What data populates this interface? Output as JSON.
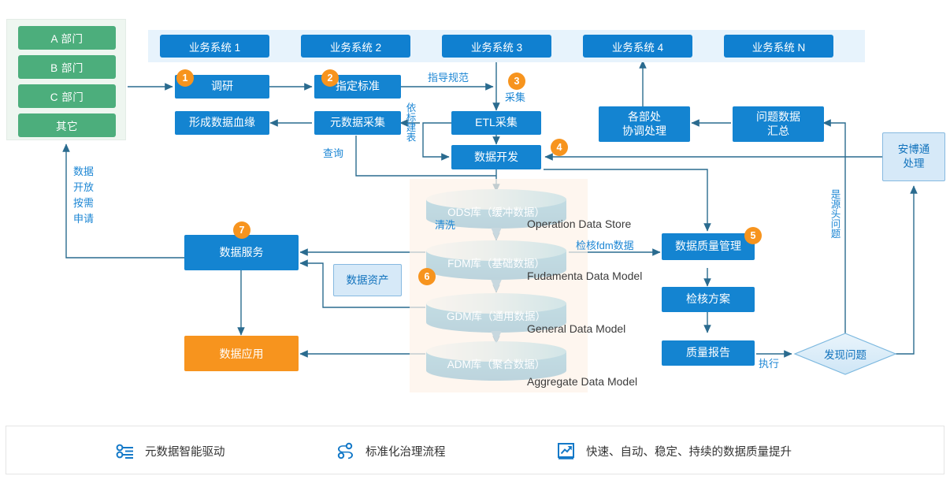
{
  "departments": {
    "items": [
      {
        "label": "A 部门"
      },
      {
        "label": "B 部门"
      },
      {
        "label": "C 部门"
      },
      {
        "label": "其它"
      }
    ],
    "color": "#4cae7c"
  },
  "business_systems": {
    "band_color": "#e7f3fc",
    "items": [
      {
        "label": "业务系统 1"
      },
      {
        "label": "业务系统 2"
      },
      {
        "label": "业务系统 3"
      },
      {
        "label": "业务系统 4"
      },
      {
        "label": "业务系统 N"
      }
    ]
  },
  "process_boxes": {
    "research": "调研",
    "specify_standard": "指定标准",
    "etl_collect": "ETL采集",
    "data_development": "数据开发",
    "metadata_collect": "元数据采集",
    "form_data_lineage": "形成数据血缘",
    "dept_coordination": "各部处\n协调处理",
    "dept_coordination_line1": "各部处",
    "dept_coordination_line2": "协调处理",
    "problem_data_summary_line1": "问题数据",
    "problem_data_summary_line2": "汇总",
    "anbotong_line1": "安博通",
    "anbotong_line2": "处理",
    "data_quality_mgmt": "数据质量管理",
    "inspection_plan": "检核方案",
    "quality_report": "质量报告",
    "found_problem": "发现问题",
    "data_service": "数据服务",
    "data_asset": "数据资产",
    "data_application": "数据应用"
  },
  "databases": [
    {
      "label": "ODS库（缓冲数据）",
      "en": "Operation Data Store"
    },
    {
      "label": "FDM库（基础数据）",
      "en": "Fudamenta Data Model"
    },
    {
      "label": "GDM库（通用数据）",
      "en": "General Data Model"
    },
    {
      "label": "ADM库（聚合数据）",
      "en": "Aggregate Data Model"
    }
  ],
  "edge_labels": {
    "guide_spec": "指导规范",
    "collect": "采集",
    "by_standard_build_table": "依标建表",
    "query": "查询",
    "clean": "清洗",
    "check_fdm_data": "检核fdm数据",
    "execute": "执行",
    "is_source_problem": "是源头问题",
    "data_open_on_demand_apply": "数据\n开放\n按需\n申请",
    "data_open_lines": [
      "数据",
      "开放",
      "按需",
      "申请"
    ]
  },
  "badges": [
    {
      "n": "1"
    },
    {
      "n": "2"
    },
    {
      "n": "3"
    },
    {
      "n": "4"
    },
    {
      "n": "5"
    },
    {
      "n": "6"
    },
    {
      "n": "7"
    }
  ],
  "legend": {
    "items": [
      {
        "icon": "sliders-icon",
        "label": "元数据智能驱动"
      },
      {
        "icon": "flow-nodes-icon",
        "label": "标准化治理流程"
      },
      {
        "icon": "trend-chart-icon",
        "label": "快速、自动、稳定、持续的数据质量提升"
      }
    ]
  },
  "colors": {
    "primary_blue": "#1484d1",
    "band_blue": "#e7f3fc",
    "green": "#4cae7c",
    "orange": "#f7941e",
    "light_blue_box": "#d6e9f8",
    "lake_bg": "#fdf2e9",
    "wire": "#2a6b8f",
    "label_blue": "#1c86d4"
  }
}
